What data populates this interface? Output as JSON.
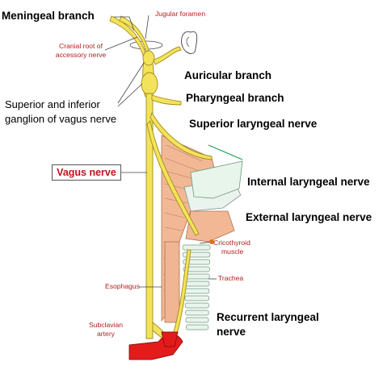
{
  "labels": {
    "meningeal_branch": "Meningeal branch",
    "jugular_foramen": "Jugular foramen",
    "cranial_root_line1": "Cranial root of",
    "cranial_root_line2": "accessory nerve",
    "auricular_branch": "Auricular branch",
    "ganglion_line1": "Superior and inferior",
    "ganglion_line2": "ganglion of vagus nerve",
    "pharyngeal_branch": "Pharyngeal branch",
    "superior_laryngeal_nerve": "Superior laryngeal nerve",
    "vagus_nerve": "Vagus nerve",
    "internal_laryngeal_nerve": "Internal laryngeal nerve",
    "external_laryngeal_nerve": "External laryngeal nerve",
    "cricothyroid_line1": "Cricothyroid",
    "cricothyroid_line2": "muscle",
    "trachea": "Trachea",
    "esophagus": "Esophagus",
    "subclavian_line1": "Subclavian",
    "subclavian_line2": "artery",
    "recurrent_line1": "Recurrent laryngeal",
    "recurrent_line2": "nerve"
  },
  "colors": {
    "nerve": "#f3e35a",
    "nerve_outline": "#a38a1e",
    "muscle": "#f0b592",
    "artery": "#e41b1b",
    "cartilage": "#e9f4ec",
    "vagus_label": "#c0141c",
    "small_label": "#b41e1e"
  }
}
